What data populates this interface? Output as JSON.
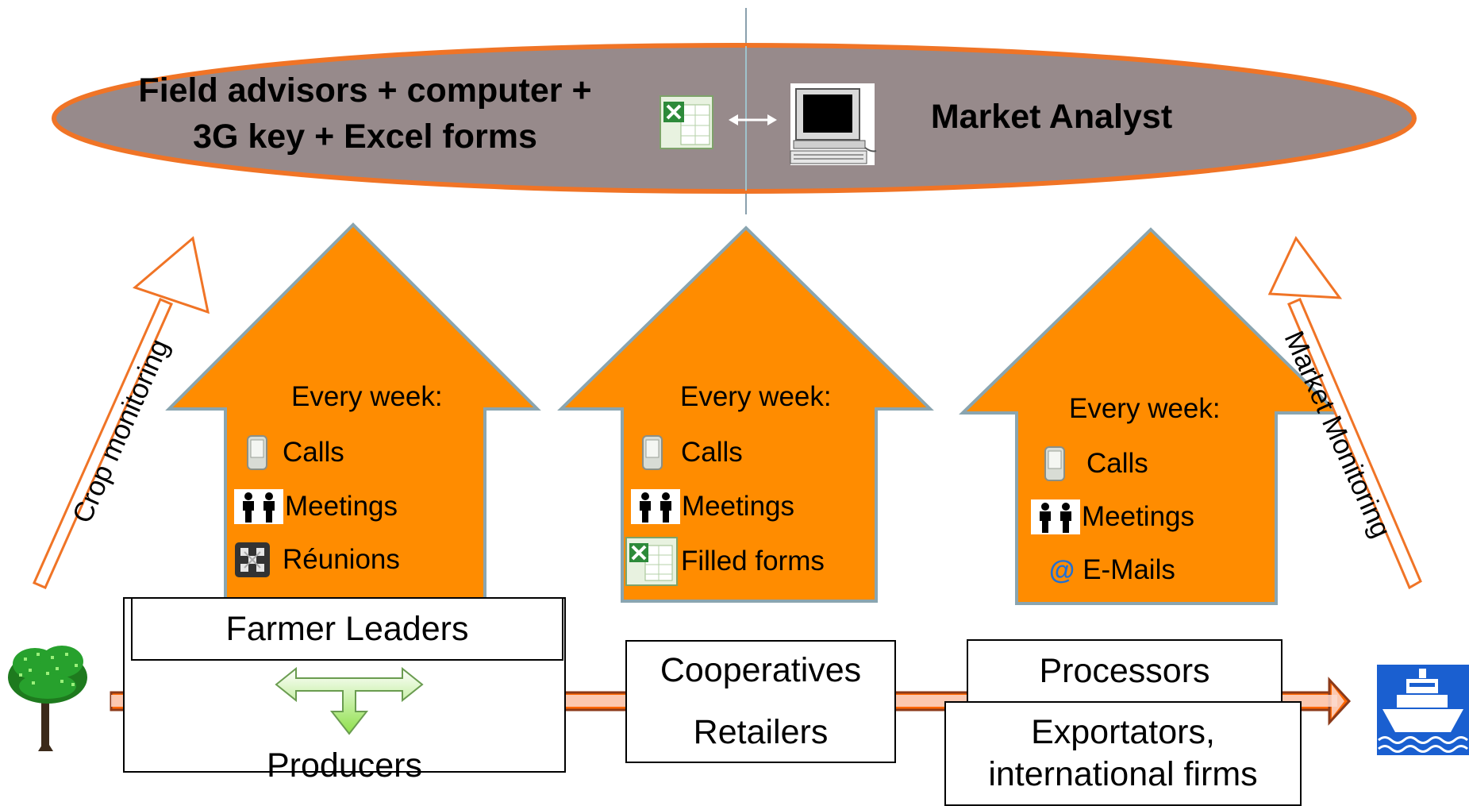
{
  "top_banner": {
    "left_text": "Field advisors + computer + 3G key + Excel forms",
    "left_line1": "Field advisors + computer +",
    "left_line2": "3G key + Excel forms",
    "right_text": "Market Analyst",
    "icons": [
      "excel-icon",
      "double-arrow-icon",
      "computer-icon"
    ]
  },
  "side_arrows": {
    "left_label": "Crop monitoring",
    "right_label": "Market Monitoring"
  },
  "columns": [
    {
      "heading": "Every week:",
      "items": [
        {
          "icon": "phone-icon",
          "label": "Calls"
        },
        {
          "icon": "people-icon",
          "label": "Meetings"
        },
        {
          "icon": "network-icon",
          "label": "Réunions"
        }
      ]
    },
    {
      "heading": "Every week:",
      "items": [
        {
          "icon": "phone-icon",
          "label": "Calls"
        },
        {
          "icon": "people-icon",
          "label": "Meetings"
        },
        {
          "icon": "excel-icon",
          "label": "Filled forms"
        }
      ]
    },
    {
      "heading": "Every week:",
      "items": [
        {
          "icon": "phone-icon",
          "label": "Calls"
        },
        {
          "icon": "people-icon",
          "label": "Meetings"
        },
        {
          "icon": "at-icon",
          "label": "E-Mails",
          "symbol": "@"
        }
      ]
    }
  ],
  "chain": {
    "start_icon": "tree-icon",
    "end_icon": "ship-icon",
    "group1": {
      "top": "Farmer Leaders",
      "bottom": "Producers"
    },
    "group2": {
      "top": "Cooperatives",
      "bottom": "Retailers"
    },
    "group3": {
      "top": "Processors",
      "bottom_line1": "Exportators,",
      "bottom_line2": "international firms"
    }
  },
  "colors": {
    "ellipse_fill": "#978a8b",
    "ellipse_stroke": "#f07426",
    "house_fill": "#ff8c00",
    "house_stroke": "#8aa5b0",
    "chain_arrow": "#ff6600",
    "chain_arrow_stroke": "#8b3a1a",
    "ship_bg": "#1a5fd0"
  }
}
